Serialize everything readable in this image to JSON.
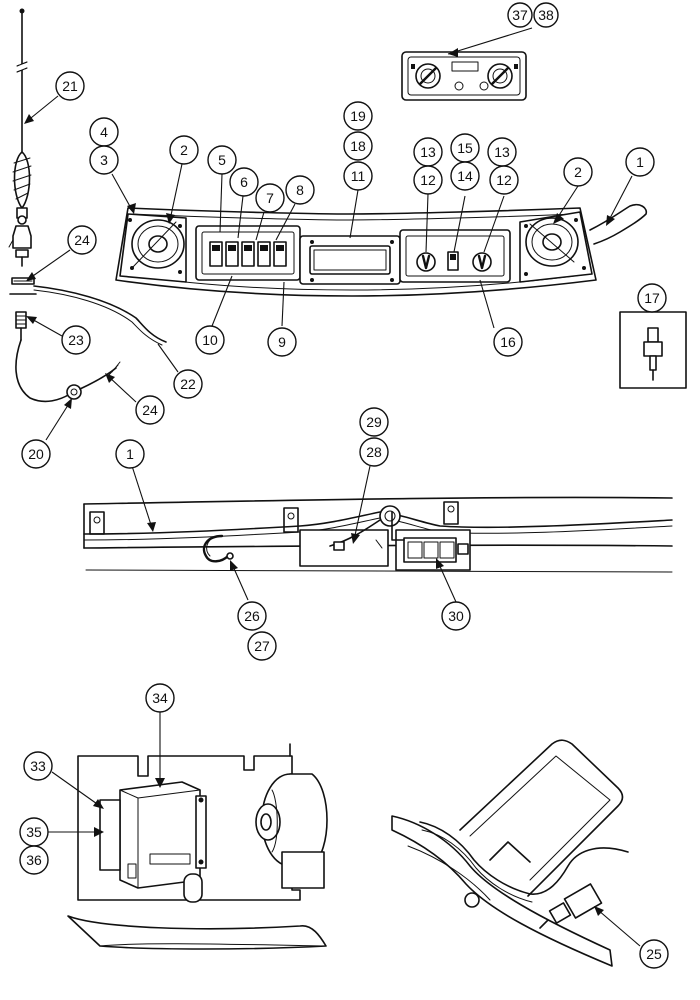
{
  "callouts": [
    {
      "id": "c1",
      "label": "1"
    },
    {
      "id": "c1b",
      "label": "1"
    },
    {
      "id": "c2a",
      "label": "2"
    },
    {
      "id": "c2b",
      "label": "2"
    },
    {
      "id": "c3",
      "label": "3"
    },
    {
      "id": "c4",
      "label": "4"
    },
    {
      "id": "c5",
      "label": "5"
    },
    {
      "id": "c6",
      "label": "6"
    },
    {
      "id": "c7",
      "label": "7"
    },
    {
      "id": "c8",
      "label": "8"
    },
    {
      "id": "c9",
      "label": "9"
    },
    {
      "id": "c10",
      "label": "10"
    },
    {
      "id": "c11",
      "label": "11"
    },
    {
      "id": "c12a",
      "label": "12"
    },
    {
      "id": "c12b",
      "label": "12"
    },
    {
      "id": "c13a",
      "label": "13"
    },
    {
      "id": "c13b",
      "label": "13"
    },
    {
      "id": "c14",
      "label": "14"
    },
    {
      "id": "c15",
      "label": "15"
    },
    {
      "id": "c16",
      "label": "16"
    },
    {
      "id": "c17",
      "label": "17"
    },
    {
      "id": "c18",
      "label": "18"
    },
    {
      "id": "c19",
      "label": "19"
    },
    {
      "id": "c20",
      "label": "20"
    },
    {
      "id": "c21",
      "label": "21"
    },
    {
      "id": "c22",
      "label": "22"
    },
    {
      "id": "c23",
      "label": "23"
    },
    {
      "id": "c24a",
      "label": "24"
    },
    {
      "id": "c24b",
      "label": "24"
    },
    {
      "id": "c25",
      "label": "25"
    },
    {
      "id": "c26",
      "label": "26"
    },
    {
      "id": "c27",
      "label": "27"
    },
    {
      "id": "c28",
      "label": "28"
    },
    {
      "id": "c29",
      "label": "29"
    },
    {
      "id": "c30",
      "label": "30"
    },
    {
      "id": "c33",
      "label": "33"
    },
    {
      "id": "c34",
      "label": "34"
    },
    {
      "id": "c35",
      "label": "35"
    },
    {
      "id": "c36",
      "label": "36"
    },
    {
      "id": "c37",
      "label": "37"
    },
    {
      "id": "c38",
      "label": "38"
    }
  ]
}
